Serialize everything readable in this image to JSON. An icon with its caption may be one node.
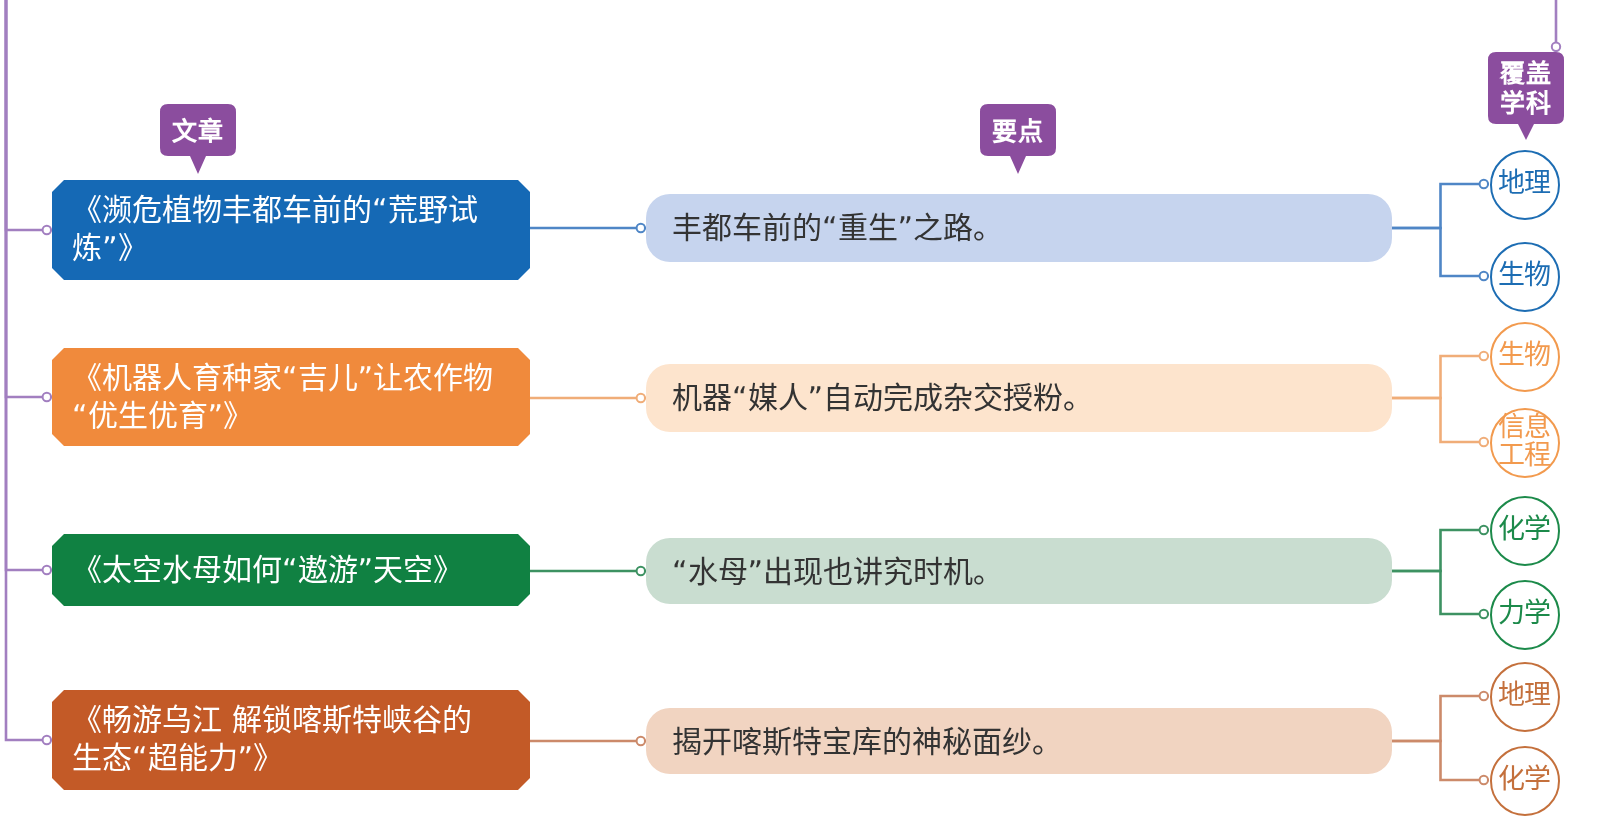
{
  "diagram": {
    "nodes": [
      {
        "text": [
          "文章"
        ]
      },
      {
        "text": [
          "要点"
        ]
      },
      {
        "text": [
          "覆盖学科"
        ]
      },
      {
        "text": [
          "《濒危植物丰都车前的“荒野试炼”》"
        ]
      },
      {
        "text": [
          "丰都车前的“重生”之路。"
        ]
      },
      {
        "text": [
          "地理"
        ]
      },
      {
        "text": [
          "生物"
        ]
      },
      {
        "text": [
          "《机器人育种家“吉儿”让农作物“优生优育”》"
        ]
      },
      {
        "text": [
          "机器“媒人”自动完成杂交授粉。"
        ]
      },
      {
        "text": [
          "生物"
        ]
      },
      {
        "text": [
          "信息工程"
        ]
      },
      {
        "text": [
          "《太空水母如何“遨游”天空》"
        ]
      },
      {
        "text": [
          "“水母”出现也讲究时机。"
        ]
      },
      {
        "text": [
          "化学"
        ]
      },
      {
        "text": [
          "力学"
        ]
      },
      {
        "text": [
          "《畅游乌江 解锁喀斯特峡谷的生态“超能力”》"
        ]
      },
      {
        "text": [
          "揭开喀斯特宝库的神秘面纱。"
        ]
      },
      {
        "text": [
          "地理"
        ]
      },
      {
        "text": [
          "化学"
        ]
      }
    ],
    "edges": [
      {
        "from": null,
        "to": 3,
        "arrow": "other",
        "color": "#a27fc0"
      },
      {
        "from": null,
        "to": 7,
        "arrow": "other",
        "color": "#a27fc0"
      },
      {
        "from": null,
        "to": 11,
        "arrow": "other",
        "color": "#a27fc0"
      },
      {
        "from": null,
        "to": 15,
        "arrow": "other",
        "color": "#a27fc0"
      },
      {
        "from": null,
        "to": 2,
        "arrow": "other",
        "color": "#a27fc0"
      },
      {
        "from": 3,
        "to": 4,
        "arrow": "other",
        "color": "#4f86c6"
      },
      {
        "from": 7,
        "to": 8,
        "arrow": "other",
        "color": "#f0ad78"
      },
      {
        "from": 11,
        "to": 12,
        "arrow": "other",
        "color": "#3d9262"
      },
      {
        "from": 15,
        "to": 16,
        "arrow": "other",
        "color": "#cc8a6a"
      },
      {
        "from": 4,
        "to": 5,
        "arrow": "other",
        "color": "#4f86c6"
      },
      {
        "from": 4,
        "to": 6,
        "arrow": "other",
        "color": "#4f86c6"
      },
      {
        "from": 8,
        "to": 9,
        "arrow": "other",
        "color": "#f0ad78"
      },
      {
        "from": 8,
        "to": 10,
        "arrow": "other",
        "color": "#f0ad78"
      },
      {
        "from": 12,
        "to": 13,
        "arrow": "other",
        "color": "#3d9262"
      },
      {
        "from": 12,
        "to": 14,
        "arrow": "other",
        "color": "#3d9262"
      },
      {
        "from": 16,
        "to": 17,
        "arrow": "other",
        "color": "#cc8a6a"
      },
      {
        "from": 16,
        "to": 18,
        "arrow": "other",
        "color": "#cc8a6a"
      }
    ]
  }
}
